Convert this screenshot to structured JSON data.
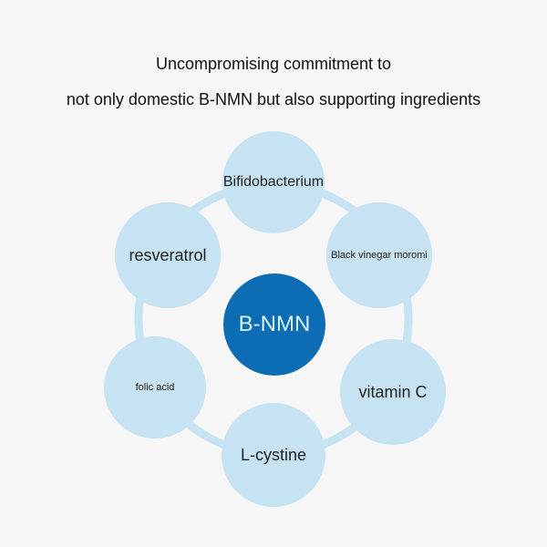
{
  "title_line1": "Uncompromising commitment to",
  "title_line2": "not only domestic B-NMN but also supporting ingredients",
  "center": "B-NMN",
  "nodes": [
    "Bifidobacterium",
    "Black vinegar moromi",
    "vitamin C",
    "L-cystine",
    "folic acid",
    "resveratrol"
  ],
  "colors": {
    "center": "#0c6cb4",
    "node": "#c5e3f3",
    "ring": "#c5e3f3"
  }
}
